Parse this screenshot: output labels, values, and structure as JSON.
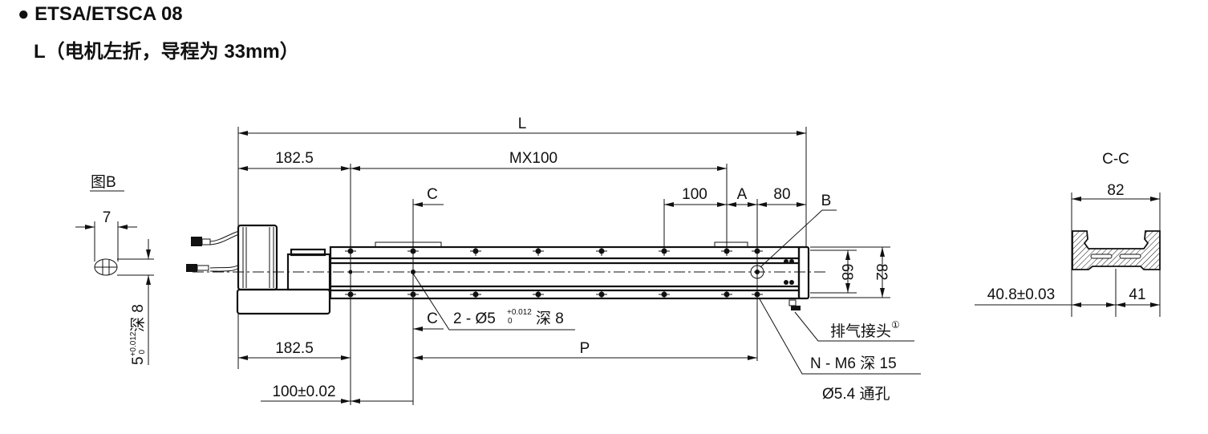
{
  "header": {
    "model": "● ETSA/ETSCA 08",
    "subtitle": "L（电机左折，导程为 33mm）"
  },
  "main_view": {
    "dim_total": "L",
    "dim_left_top": "182.5",
    "dim_pitch": "MX100",
    "dim_100": "100",
    "dim_a": "A",
    "dim_80": "80",
    "label_b": "B",
    "section_c_top": "C",
    "section_c_bottom": "C",
    "dim_68": "68",
    "dim_82": "82",
    "pin_hole_note": "2 - Ø5",
    "pin_hole_tol_upper": "+0.012",
    "pin_hole_tol_lower": "0",
    "pin_hole_depth": "深 8",
    "air_fitting": "排气接头",
    "air_fitting_note_mark": "①",
    "thread_note": "N - M6 深 15",
    "through_hole_note": "Ø5.4 通孔",
    "dim_left_bottom": "182.5",
    "dim_p": "P",
    "dim_pin_pos": "100±0.02"
  },
  "detail_b": {
    "title": "图B",
    "dim_width": "7",
    "dim_height_base": "5",
    "dim_height_tol_upper": "+0.012",
    "dim_height_tol_lower": "0",
    "dim_height_depth": "深 8"
  },
  "section_cc": {
    "title": "C-C",
    "dim_width": "82",
    "dim_offset": "40.8±0.03",
    "dim_half": "41"
  }
}
